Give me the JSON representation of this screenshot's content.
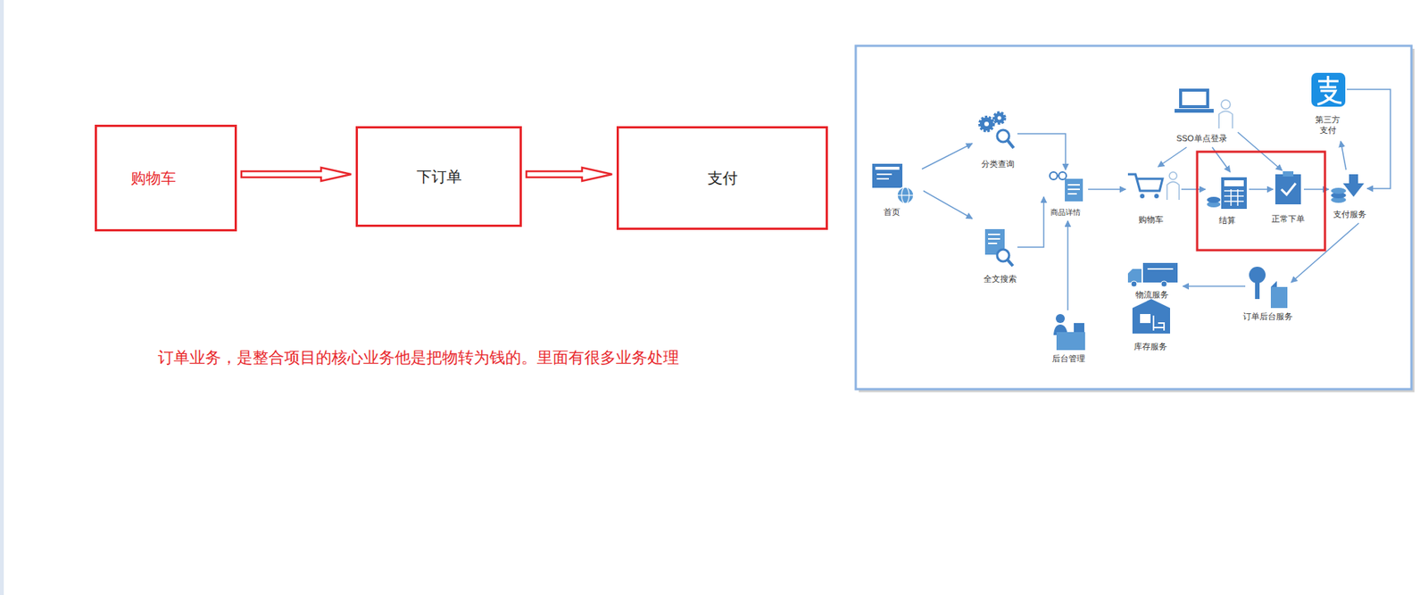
{
  "diagram": {
    "nodes": [
      {
        "text": [
          "购物车"
        ]
      },
      {
        "text": [
          "下订单"
        ]
      },
      {
        "text": [
          "支付"
        ]
      }
    ],
    "edges": [
      {
        "from": 0,
        "to": 1,
        "arrow": "to"
      },
      {
        "from": 1,
        "to": 2,
        "arrow": "to"
      }
    ],
    "labels": [
      "订单业务，是整合项目的核心业务他是把物转为钱的。里面有很多业务处理",
      "首页",
      "分类查询",
      "全文搜索",
      "商品详情",
      "后台管理",
      "购物车",
      "SSO单点登录",
      "结算",
      "正常下单",
      "第三方 支付",
      "支付服务",
      "订单后台服务",
      "物流服务",
      "库存服务"
    ]
  }
}
